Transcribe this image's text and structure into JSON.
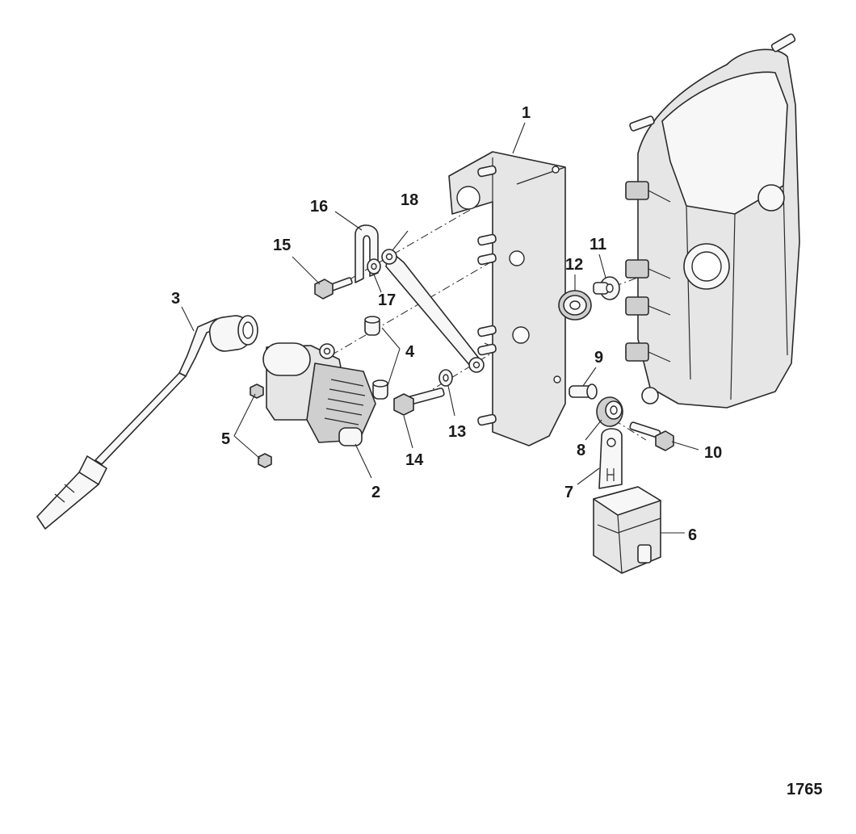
{
  "diagram": {
    "callouts": {
      "c1": "1",
      "c2": "2",
      "c3": "3",
      "c4": "4",
      "c5": "5",
      "c6": "6",
      "c7": "7",
      "c8": "8",
      "c9": "9",
      "c10": "10",
      "c11": "11",
      "c12": "12",
      "c13": "13",
      "c14": "14",
      "c15": "15",
      "c16": "16",
      "c17": "17",
      "c18": "18"
    },
    "figure_number": "1765"
  }
}
